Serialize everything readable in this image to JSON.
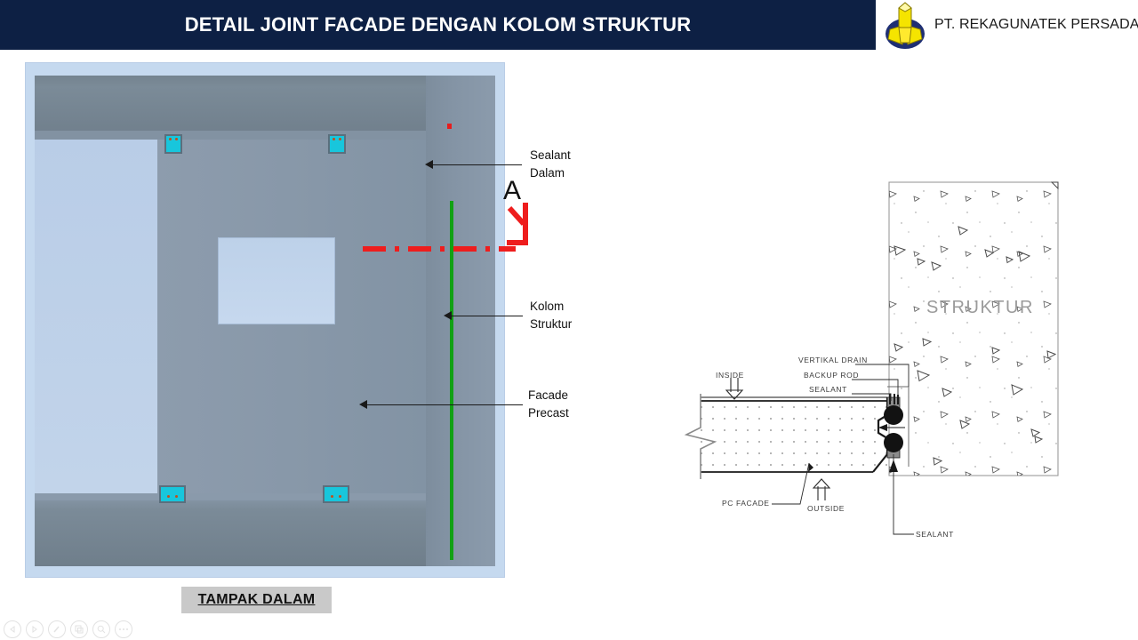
{
  "header": {
    "title": "DETAIL JOINT FACADE DENGAN KOLOM STRUKTUR",
    "company": "PT. REKAGUNATEK PERSADA",
    "bg_color": "#0d2044",
    "logo_icon": "crystal-prism-logo"
  },
  "left_view": {
    "caption": "TAMPAK DALAM",
    "section_marker": "A",
    "joint_line_color": "#12a114",
    "section_marker_color": "#ee1d1d",
    "callouts": [
      {
        "label_line1": "Sealant",
        "label_line2": "Dalam"
      },
      {
        "label_line1": "Kolom",
        "label_line2": "Struktur"
      },
      {
        "label_line1": "Facade",
        "label_line2": "Precast"
      }
    ]
  },
  "cad_detail": {
    "concrete_label": "STRUKTUR",
    "labels": {
      "vertikal_drain": "VERTIKAL  DRAIN",
      "backup_rod": "BACKUP  ROD",
      "sealant_top": "SEALANT",
      "inside": "INSIDE",
      "outside": "OUTSIDE",
      "pc_facade": "PC  FACADE",
      "sealant_bottom": "SEALANT"
    }
  },
  "toolbar": {
    "buttons": [
      {
        "name": "previous",
        "glyph": "◁"
      },
      {
        "name": "next",
        "glyph": "▷"
      },
      {
        "name": "pen",
        "glyph": "✐"
      },
      {
        "name": "copy",
        "glyph": "⧉"
      },
      {
        "name": "search",
        "glyph": "⌕"
      },
      {
        "name": "more",
        "glyph": "⋯"
      }
    ]
  }
}
